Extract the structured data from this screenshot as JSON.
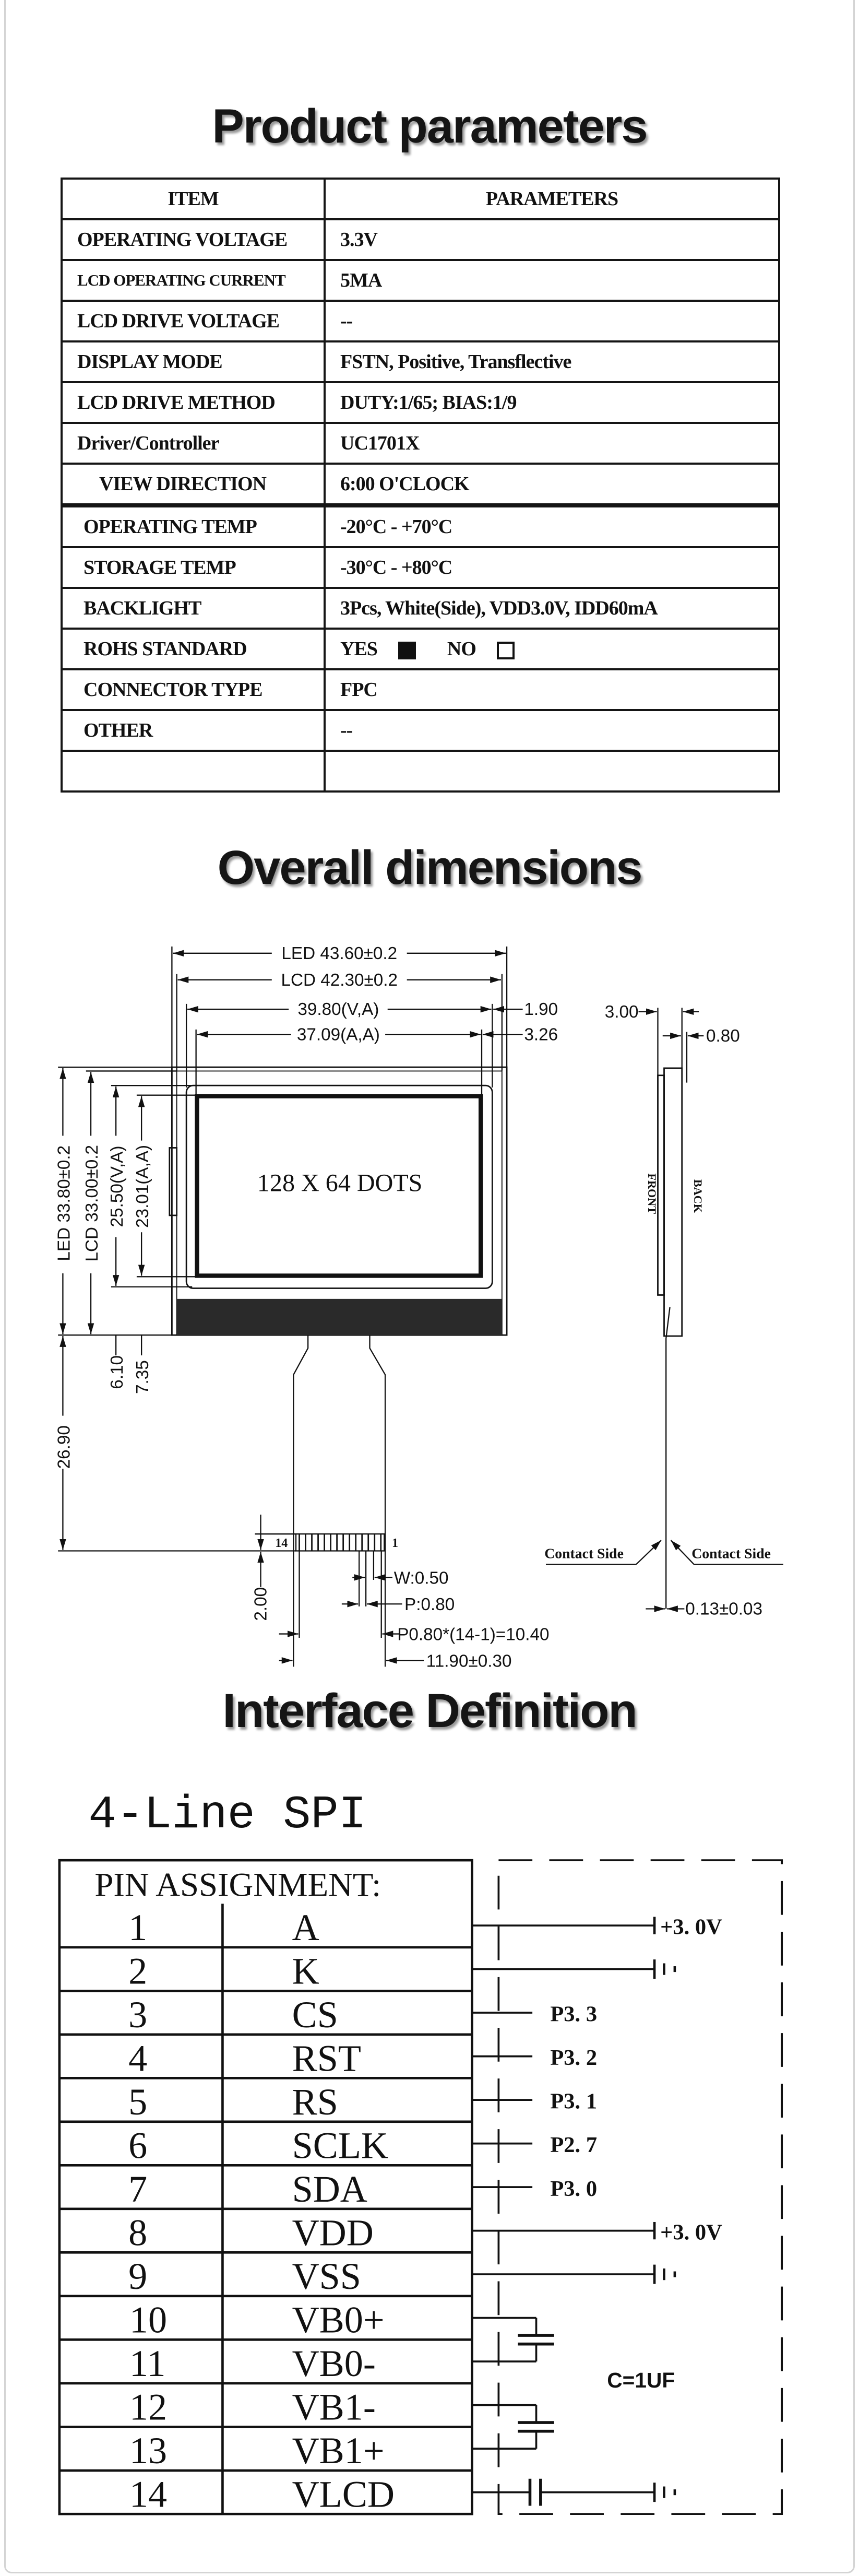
{
  "titles": {
    "params": "Product parameters",
    "dims": "Overall dimensions",
    "iface": "Interface Definition"
  },
  "params": {
    "header": [
      "ITEM",
      "PARAMETERS"
    ],
    "rows": [
      {
        "item": "OPERATING VOLTAGE",
        "value": "3.3V"
      },
      {
        "item": "LCD OPERATING CURRENT",
        "value": "5MA"
      },
      {
        "item": "LCD DRIVE VOLTAGE",
        "value": "--"
      },
      {
        "item": "DISPLAY MODE",
        "value": "FSTN, Positive, Transflective"
      },
      {
        "item": "LCD DRIVE METHOD",
        "value": "DUTY:1/65; BIAS:1/9"
      },
      {
        "item": "Driver/Controller",
        "value": "UC1701X"
      },
      {
        "item": "VIEW DIRECTION",
        "value": "6:00 O'CLOCK"
      },
      {
        "item": "OPERATING TEMP",
        "value": "-20°C - +70°C"
      },
      {
        "item": "STORAGE TEMP",
        "value": "-30°C - +80°C"
      },
      {
        "item": "BACKLIGHT",
        "value": "3Pcs, White(Side), VDD3.0V, IDD60mA"
      },
      {
        "item": "ROHS STANDARD",
        "yes": "YES",
        "no": "NO",
        "yes_checked": true,
        "no_checked": false
      },
      {
        "item": "CONNECTOR TYPE",
        "value": "FPC"
      },
      {
        "item": "OTHER",
        "value": "--"
      },
      {
        "item": "",
        "value": ""
      }
    ]
  },
  "dims": {
    "led_w": "LED 43.60±0.2",
    "lcd_w": "LCD 42.30±0.2",
    "va_w": "39.80(V,A)",
    "va_off": "1.90",
    "aa_w": "37.09(A,A)",
    "aa_off": "3.26",
    "led_h": "LED 33.80±0.2",
    "lcd_h": "LCD 33.00±0.2",
    "va_h": "25.50(V,A)",
    "aa_h": "23.01(A,A)",
    "va_bot": "6.10",
    "aa_bot": "7.35",
    "fpc_len": "26.90",
    "fpc_tail": "2.00",
    "dots": "128 X 64 DOTS",
    "pin_first": "14",
    "pin_last": "1",
    "w": "W:0.50",
    "p": "P:0.80",
    "pitch_total": "P0.80*(14-1)=10.40",
    "fpc_w": "11.90±0.30",
    "thick": "3.00",
    "thick2": "0.80",
    "front": "FRONT",
    "back": "BACK",
    "contact_l": "Contact Side",
    "contact_r": "Contact Side",
    "fpc_thick": "0.13±0.03"
  },
  "iface": {
    "mode": "4-Line SPI",
    "header": "PIN ASSIGNMENT:",
    "cap": "C=1UF",
    "pins": [
      {
        "no": "1",
        "name": "A",
        "conn": "power",
        "net": "+3. 0V"
      },
      {
        "no": "2",
        "name": "K",
        "conn": "ground"
      },
      {
        "no": "3",
        "name": "CS",
        "conn": "port",
        "net": "P3. 3"
      },
      {
        "no": "4",
        "name": "RST",
        "conn": "port",
        "net": "P3. 2"
      },
      {
        "no": "5",
        "name": "RS",
        "conn": "port",
        "net": "P3. 1"
      },
      {
        "no": "6",
        "name": "SCLK",
        "conn": "port",
        "net": "P2. 7"
      },
      {
        "no": "7",
        "name": "SDA",
        "conn": "port",
        "net": "P3. 0"
      },
      {
        "no": "8",
        "name": "VDD",
        "conn": "power",
        "net": "+3. 0V"
      },
      {
        "no": "9",
        "name": "VSS",
        "conn": "ground"
      },
      {
        "no": "10",
        "name": "VB0+",
        "conn": "cap"
      },
      {
        "no": "11",
        "name": "VB0-",
        "conn": "cap"
      },
      {
        "no": "12",
        "name": "VB1-",
        "conn": "cap"
      },
      {
        "no": "13",
        "name": "VB1+",
        "conn": "cap"
      },
      {
        "no": "14",
        "name": "VLCD",
        "conn": "cap-ground"
      }
    ]
  }
}
